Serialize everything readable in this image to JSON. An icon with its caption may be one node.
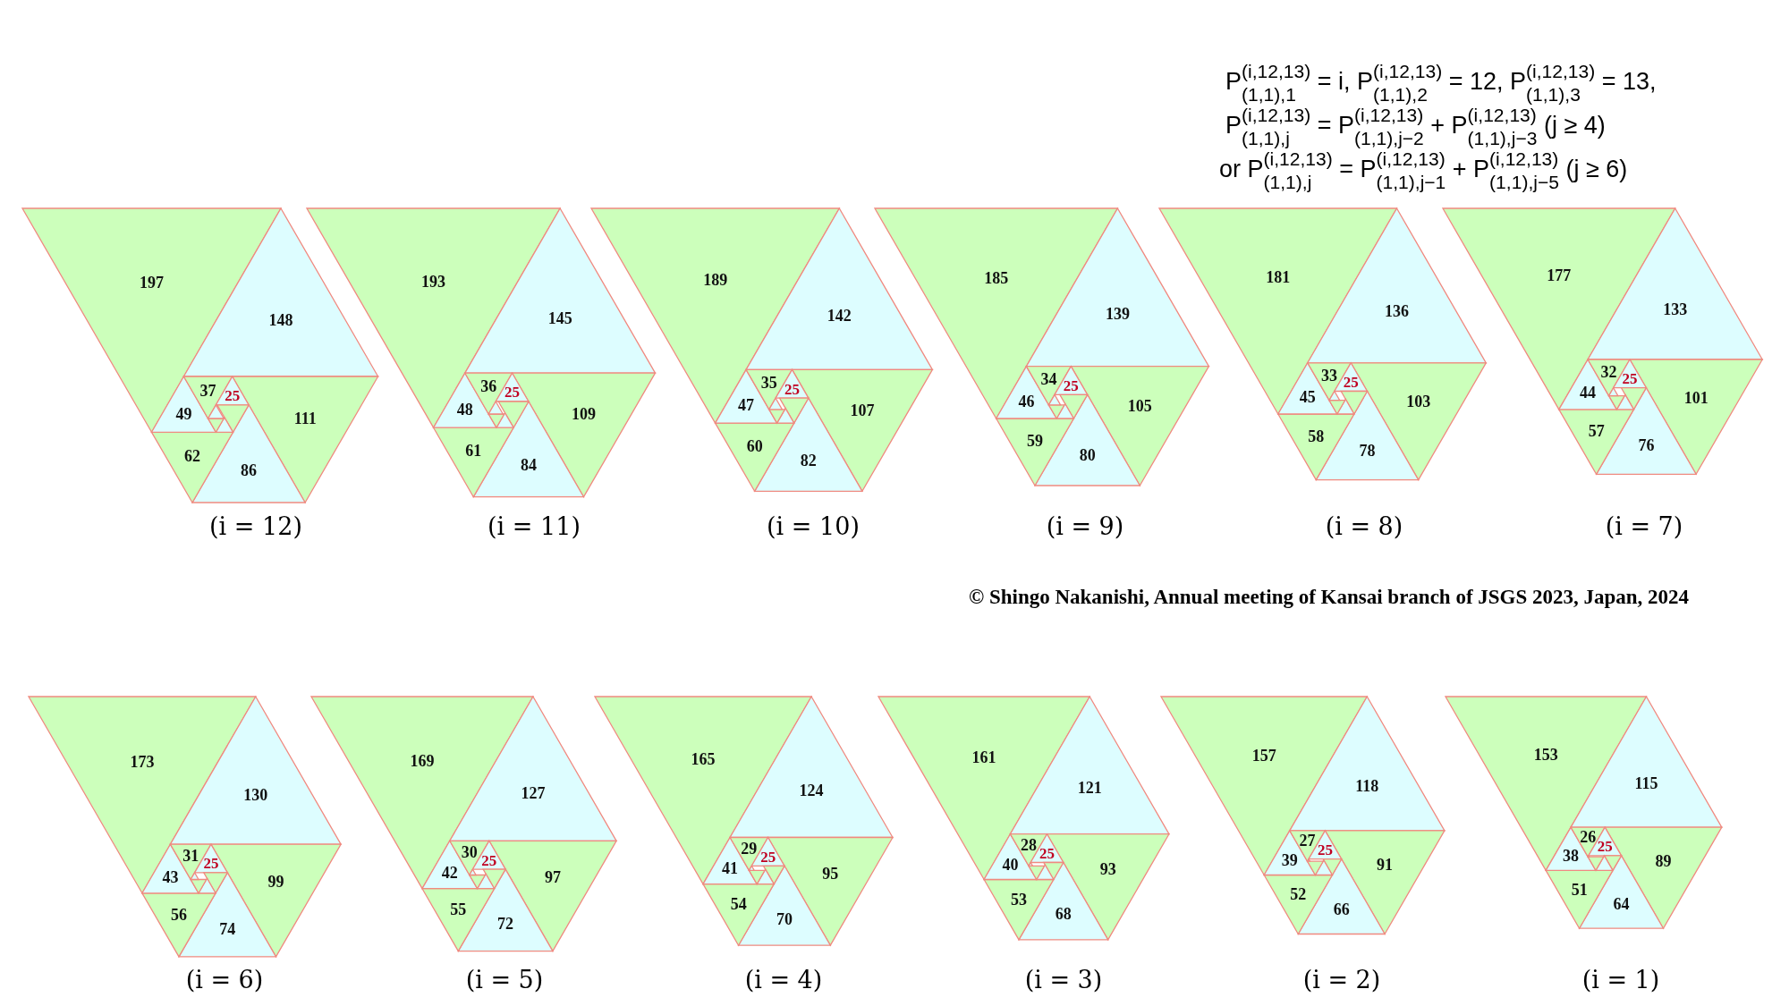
{
  "diagram": {
    "nodes": [
      {
        "text": [
          "197"
        ]
      },
      {
        "text": [
          "148"
        ]
      },
      {
        "text": [
          "111"
        ]
      },
      {
        "text": [
          "86"
        ]
      },
      {
        "text": [
          "62"
        ]
      },
      {
        "text": [
          "49"
        ]
      },
      {
        "text": [
          "37"
        ]
      },
      {
        "text": [
          "25"
        ]
      },
      {
        "text": [],
        "shape": "triangle"
      },
      {
        "text": [],
        "shape": "triangle"
      },
      {
        "text": [],
        "shape": "triangle"
      },
      {
        "text": [],
        "shape": "triangle"
      },
      {
        "text": [
          "193"
        ]
      },
      {
        "text": [
          "145"
        ]
      },
      {
        "text": [
          "109"
        ]
      },
      {
        "text": [
          "84"
        ]
      },
      {
        "text": [
          "61"
        ]
      },
      {
        "text": [
          "48"
        ]
      },
      {
        "text": [
          "36"
        ]
      },
      {
        "text": [
          "25"
        ]
      },
      {
        "text": [],
        "shape": "triangle"
      },
      {
        "text": [],
        "shape": "triangle"
      },
      {
        "text": [],
        "shape": "triangle"
      },
      {
        "text": [],
        "shape": "triangle"
      },
      {
        "text": [
          "189"
        ]
      },
      {
        "text": [
          "142"
        ]
      },
      {
        "text": [
          "107"
        ]
      },
      {
        "text": [
          "82"
        ]
      },
      {
        "text": [
          "60"
        ]
      },
      {
        "text": [
          "47"
        ]
      },
      {
        "text": [
          "35"
        ]
      },
      {
        "text": [
          "25"
        ]
      },
      {
        "text": [],
        "shape": "triangle"
      },
      {
        "text": [],
        "shape": "triangle"
      },
      {
        "text": [],
        "shape": "triangle"
      },
      {
        "text": [],
        "shape": "triangle"
      },
      {
        "text": [
          "185"
        ]
      },
      {
        "text": [
          "139"
        ]
      },
      {
        "text": [
          "105"
        ]
      },
      {
        "text": [
          "80"
        ]
      },
      {
        "text": [
          "59"
        ]
      },
      {
        "text": [
          "46"
        ]
      },
      {
        "text": [
          "34"
        ]
      },
      {
        "text": [
          "25"
        ]
      },
      {
        "text": [],
        "shape": "triangle"
      },
      {
        "text": [],
        "shape": "triangle"
      },
      {
        "text": [],
        "shape": "triangle"
      },
      {
        "text": [],
        "shape": "triangle"
      },
      {
        "text": [
          "181"
        ]
      },
      {
        "text": [
          "136"
        ]
      },
      {
        "text": [
          "103"
        ]
      },
      {
        "text": [
          "78"
        ]
      },
      {
        "text": [
          "58"
        ]
      },
      {
        "text": [
          "45"
        ]
      },
      {
        "text": [
          "33"
        ]
      },
      {
        "text": [
          "25"
        ]
      },
      {
        "text": [],
        "shape": "triangle"
      },
      {
        "text": [],
        "shape": "triangle"
      },
      {
        "text": [],
        "shape": "triangle"
      },
      {
        "text": [],
        "shape": "triangle"
      },
      {
        "text": [
          "177"
        ]
      },
      {
        "text": [
          "133"
        ]
      },
      {
        "text": [
          "101"
        ]
      },
      {
        "text": [
          "76"
        ]
      },
      {
        "text": [
          "57"
        ]
      },
      {
        "text": [
          "44"
        ]
      },
      {
        "text": [
          "32"
        ]
      },
      {
        "text": [
          "25"
        ]
      },
      {
        "text": [],
        "shape": "triangle"
      },
      {
        "text": [],
        "shape": "triangle"
      },
      {
        "text": [],
        "shape": "triangle"
      },
      {
        "text": [],
        "shape": "triangle"
      },
      {
        "text": [
          "173"
        ]
      },
      {
        "text": [
          "130"
        ]
      },
      {
        "text": [
          "99"
        ]
      },
      {
        "text": [
          "74"
        ]
      },
      {
        "text": [
          "56"
        ]
      },
      {
        "text": [
          "43"
        ]
      },
      {
        "text": [
          "31"
        ]
      },
      {
        "text": [
          "25"
        ]
      },
      {
        "text": [],
        "shape": "triangle"
      },
      {
        "text": [],
        "shape": "triangle"
      },
      {
        "text": [],
        "shape": "triangle"
      },
      {
        "text": [],
        "shape": "triangle"
      },
      {
        "text": [
          "169"
        ]
      },
      {
        "text": [
          "127"
        ]
      },
      {
        "text": [
          "97"
        ]
      },
      {
        "text": [
          "72"
        ]
      },
      {
        "text": [
          "55"
        ]
      },
      {
        "text": [
          "42"
        ]
      },
      {
        "text": [
          "30"
        ]
      },
      {
        "text": [
          "25"
        ]
      },
      {
        "text": [],
        "shape": "triangle"
      },
      {
        "text": [],
        "shape": "triangle"
      },
      {
        "text": [],
        "shape": "triangle"
      },
      {
        "text": [],
        "shape": "triangle"
      },
      {
        "text": [
          "165"
        ]
      },
      {
        "text": [
          "124"
        ]
      },
      {
        "text": [
          "95"
        ]
      },
      {
        "text": [
          "70"
        ]
      },
      {
        "text": [
          "54"
        ]
      },
      {
        "text": [
          "41"
        ]
      },
      {
        "text": [
          "29"
        ]
      },
      {
        "text": [
          "25"
        ]
      },
      {
        "text": [],
        "shape": "triangle"
      },
      {
        "text": [],
        "shape": "triangle"
      },
      {
        "text": [],
        "shape": "triangle"
      },
      {
        "text": [],
        "shape": "triangle"
      },
      {
        "text": [
          "161"
        ]
      },
      {
        "text": [
          "121"
        ]
      },
      {
        "text": [
          "93"
        ]
      },
      {
        "text": [
          "68"
        ]
      },
      {
        "text": [
          "53"
        ]
      },
      {
        "text": [
          "40"
        ]
      },
      {
        "text": [
          "28"
        ]
      },
      {
        "text": [
          "25"
        ]
      },
      {
        "text": [],
        "shape": "triangle"
      },
      {
        "text": [],
        "shape": "triangle"
      },
      {
        "text": [],
        "shape": "triangle"
      },
      {
        "text": [],
        "shape": "triangle"
      },
      {
        "text": [
          "157"
        ]
      },
      {
        "text": [
          "118"
        ]
      },
      {
        "text": [
          "91"
        ]
      },
      {
        "text": [
          "66"
        ]
      },
      {
        "text": [
          "52"
        ]
      },
      {
        "text": [
          "39"
        ]
      },
      {
        "text": [
          "27"
        ]
      },
      {
        "text": [
          "25"
        ]
      },
      {
        "text": [],
        "shape": "triangle"
      },
      {
        "text": [],
        "shape": "triangle"
      },
      {
        "text": [],
        "shape": "triangle"
      },
      {
        "text": [],
        "shape": "triangle"
      },
      {
        "text": [
          "153"
        ]
      },
      {
        "text": [
          "115"
        ]
      },
      {
        "text": [
          "89"
        ]
      },
      {
        "text": [
          "64"
        ]
      },
      {
        "text": [
          "51"
        ]
      },
      {
        "text": [
          "38"
        ]
      },
      {
        "text": [
          "26"
        ]
      },
      {
        "text": [
          "25"
        ]
      },
      {
        "text": [],
        "shape": "triangle"
      },
      {
        "text": [],
        "shape": "triangle"
      },
      {
        "text": [],
        "shape": "triangle"
      },
      {
        "text": [],
        "shape": "triangle"
      }
    ],
    "labels": [
      "P$^{(i,12,13)}$$_{(1,1),1}$ = i, P$^{(i,12,13)}$$_{(1,1),2}$ = 12, P$^{(i,12,13)}$$_{(1,1),3}$ = 13,",
      "P$^{(i,12,13)}$$_{(1,1),j}$ = P$^{(i,12,13)}$$_{(1,1),j−2}$ + P$^{(i,12,13)}$$_{(1,1),j−3}$ (j ≥ 4)",
      "or P$^{(i,12,13)}$$_{(1,1),j}$ = P$^{(i,12,13)}$$_{(1,1),j−1}$ + P$^{(i,12,13)}$$_{(1,1),j−5}$ (j ≥ 6)",
      "(i = 12)",
      "(i = 11)",
      "(i = 10)",
      "(i = 9)",
      "(i = 8)",
      "(i = 7)",
      "© Shingo Nakanishi, Annual meeting of Kansai branch of JSGS 2023, Japan, 2024",
      "(i = 6)",
      "(i = 5)",
      "(i = 4)",
      "(i = 3)",
      "(i = 2)",
      "(i = 1)"
    ]
  }
}
